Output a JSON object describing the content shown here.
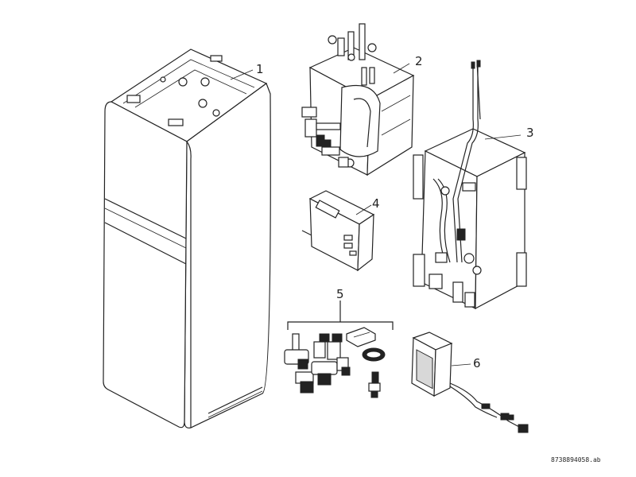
{
  "callouts": [
    {
      "id": "1",
      "label": "1"
    },
    {
      "id": "2",
      "label": "2"
    },
    {
      "id": "3",
      "label": "3"
    },
    {
      "id": "4",
      "label": "4"
    },
    {
      "id": "5",
      "label": "5"
    },
    {
      "id": "6",
      "label": "6"
    }
  ],
  "reference_code": "8738894058.ab"
}
